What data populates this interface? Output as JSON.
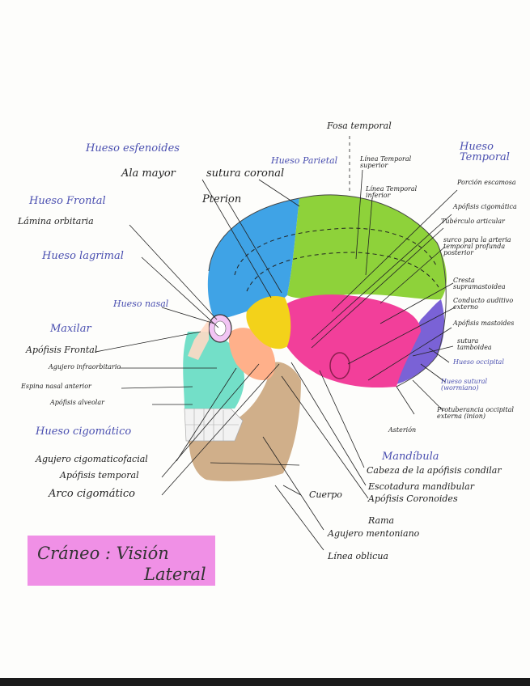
{
  "title": {
    "line1": "Cráneo : Visión",
    "line2": "Lateral"
  },
  "colors": {
    "frontal": "#3fa3e6",
    "parietal": "#8ed23a",
    "temporal": "#f23f9a",
    "esfenoides": "#f3d21a",
    "occipital": "#7a62d6",
    "cigomatico": "#ffb08a",
    "maxilar": "#64dbc2",
    "mandibula": "#c8a175",
    "lagrimal": "#f2c5f4",
    "heading_ink": "#4a4fb0",
    "title_banner": "#ef87e4"
  },
  "labels": {
    "fosa_temporal": "Fosa temporal",
    "hueso_esfenoides": "Hueso esfenoides",
    "ala_mayor": "Ala mayor",
    "sutura_coronal": "sutura coronal",
    "hueso_parietal": "Hueso Parietal",
    "linea_temporal_superior": "Línea Temporal superior",
    "linea_temporal_inferior": "Línea Temporal inferior",
    "hueso_temporal": "Hueso Temporal",
    "porcion_escamosa": "Porción escamosa",
    "pterion": "Pterion",
    "hueso_frontal": "Hueso Frontal",
    "lamina_orbitaria": "Lámina orbitaria",
    "apofisis_cigomatica": "Apófisis cigomática",
    "tuberculo_articular": "Tubérculo articular",
    "surco_arteria": "surco para la arteria temporal profunda posterior",
    "hueso_lagrimal": "Hueso lagrimal",
    "cresta_supramastoidea": "Cresta supramastoidea",
    "hueso_nasal": "Hueso nasal",
    "conducto_auditivo": "Conducto auditivo externo",
    "maxilar": "Maxilar",
    "apofisis_mastoides": "Apófisis mastoides",
    "apofisis_frontal": "Apófisis Frontal",
    "sutura_tamboidea": "sutura tamboidea",
    "agujero_infraorbitario": "Agujero infraorbitario",
    "hueso_occipital": "Hueso occipital",
    "espina_nasal": "Espina nasal anterior",
    "hueso_sutural": "Hueso sutural (wormiano)",
    "apofisis_alveolar": "Apófisis alveolar",
    "protuberancia": "Protuberancia occipital externa (inion)",
    "asterion": "Asterión",
    "hueso_cigomatico": "Hueso cigomático",
    "mandibula": "Mandíbula",
    "agujero_cigomaticofacial": "Agujero cigomaticofacial",
    "cabeza_apofisis_condilar": "Cabeza de la apófisis condilar",
    "apofisis_temporal": "Apófisis temporal",
    "escotadura_mandibular": "Escotadura mandibular",
    "cuerpo": "Cuerpo",
    "apofisis_coronoides": "Apófisis Coronoides",
    "arco_cigomatico": "Arco cigomático",
    "rama": "Rama",
    "agujero_mentoniano": "Agujero mentoniano",
    "linea_oblicua": "Línea oblicua"
  }
}
